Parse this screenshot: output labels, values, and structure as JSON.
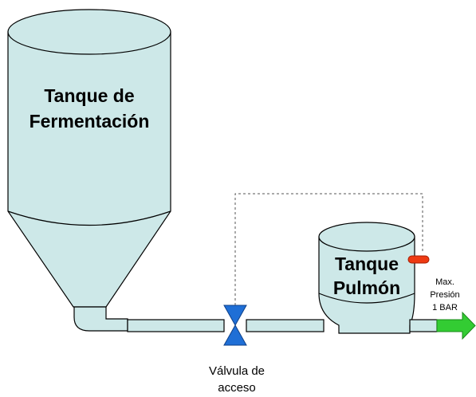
{
  "diagram": {
    "fermentation_tank": {
      "label_line1": "Tanque de",
      "label_line2": "Fermentación"
    },
    "buffer_tank": {
      "label_line1": "Tanque",
      "label_line2": "Pulmón"
    },
    "valve": {
      "label_line1": "Válvula de",
      "label_line2": "acceso"
    },
    "pressure_note": {
      "line1": "Max.",
      "line2": "Presión",
      "line3": "1 BAR"
    },
    "colors": {
      "tank_fill": "#cde8e8",
      "stroke": "#000000",
      "valve": "#1f6fd6",
      "outlet_arrow": "#33cc33",
      "relief_valve": "#ee3a12",
      "dashed_line": "#555555"
    }
  }
}
